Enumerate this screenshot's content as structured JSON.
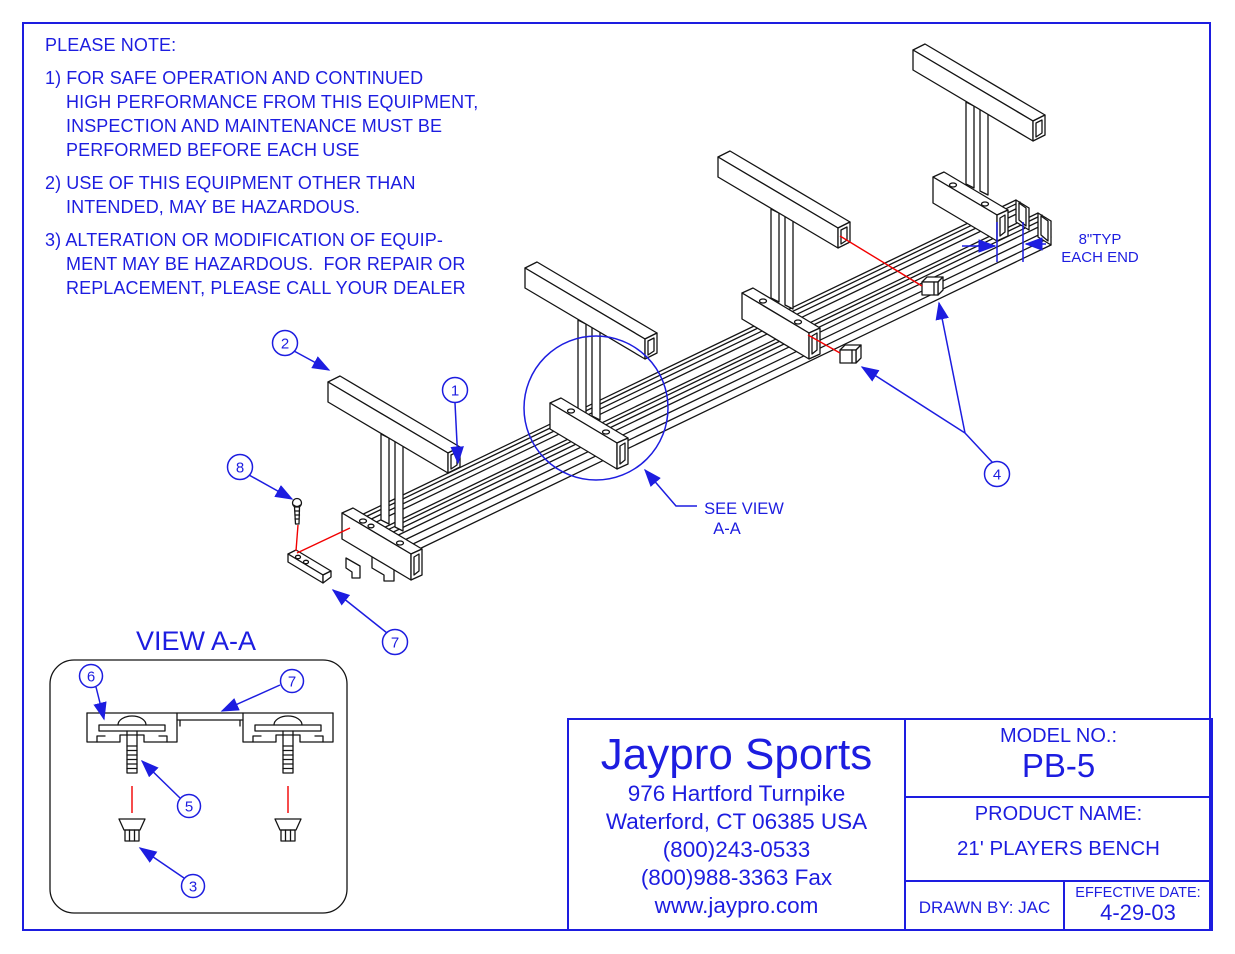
{
  "colors": {
    "accent_blue": "#1d1de0",
    "leader_red": "#f20000",
    "line_black": "#141414"
  },
  "notes": {
    "heading": "PLEASE NOTE:",
    "n1": [
      "1) FOR SAFE OPERATION AND CONTINUED",
      "HIGH PERFORMANCE FROM THIS EQUIPMENT,",
      "INSPECTION AND MAINTENANCE MUST BE",
      "PERFORMED BEFORE EACH USE"
    ],
    "n2": [
      "2) USE OF THIS EQUIPMENT OTHER THAN",
      "INTENDED, MAY BE HAZARDOUS."
    ],
    "n3": [
      "3) ALTERATION OR MODIFICATION OF EQUIP-",
      "MENT MAY BE HAZARDOUS.  FOR REPAIR OR",
      "REPLACEMENT, PLEASE CALL YOUR DEALER"
    ]
  },
  "drawing": {
    "balloons": {
      "b2": "2",
      "b1": "1",
      "b8": "8",
      "b7": "7",
      "b4": "4"
    },
    "see_view_line1": "SEE VIEW",
    "see_view_line2": "A-A",
    "dim_line1": "8\"TYP",
    "dim_line2": "EACH END"
  },
  "view_aa": {
    "title": "VIEW A-A",
    "balloons": {
      "b6": "6",
      "b7": "7",
      "b5": "5",
      "b3": "3"
    }
  },
  "title_block": {
    "company": {
      "name": "Jaypro Sports",
      "address1": "976 Hartford Turnpike",
      "address2": "Waterford, CT 06385 USA",
      "phone": "(800)243-0533",
      "fax": "(800)988-3363 Fax",
      "website": "www.jaypro.com"
    },
    "model": {
      "label": "MODEL NO.:",
      "value": "PB-5"
    },
    "product": {
      "label": "PRODUCT NAME:",
      "value": "21' PLAYERS BENCH"
    },
    "drawn_by": "DRAWN BY: JAC",
    "effective": {
      "label": "EFFECTIVE DATE:",
      "value": "4-29-03"
    }
  }
}
